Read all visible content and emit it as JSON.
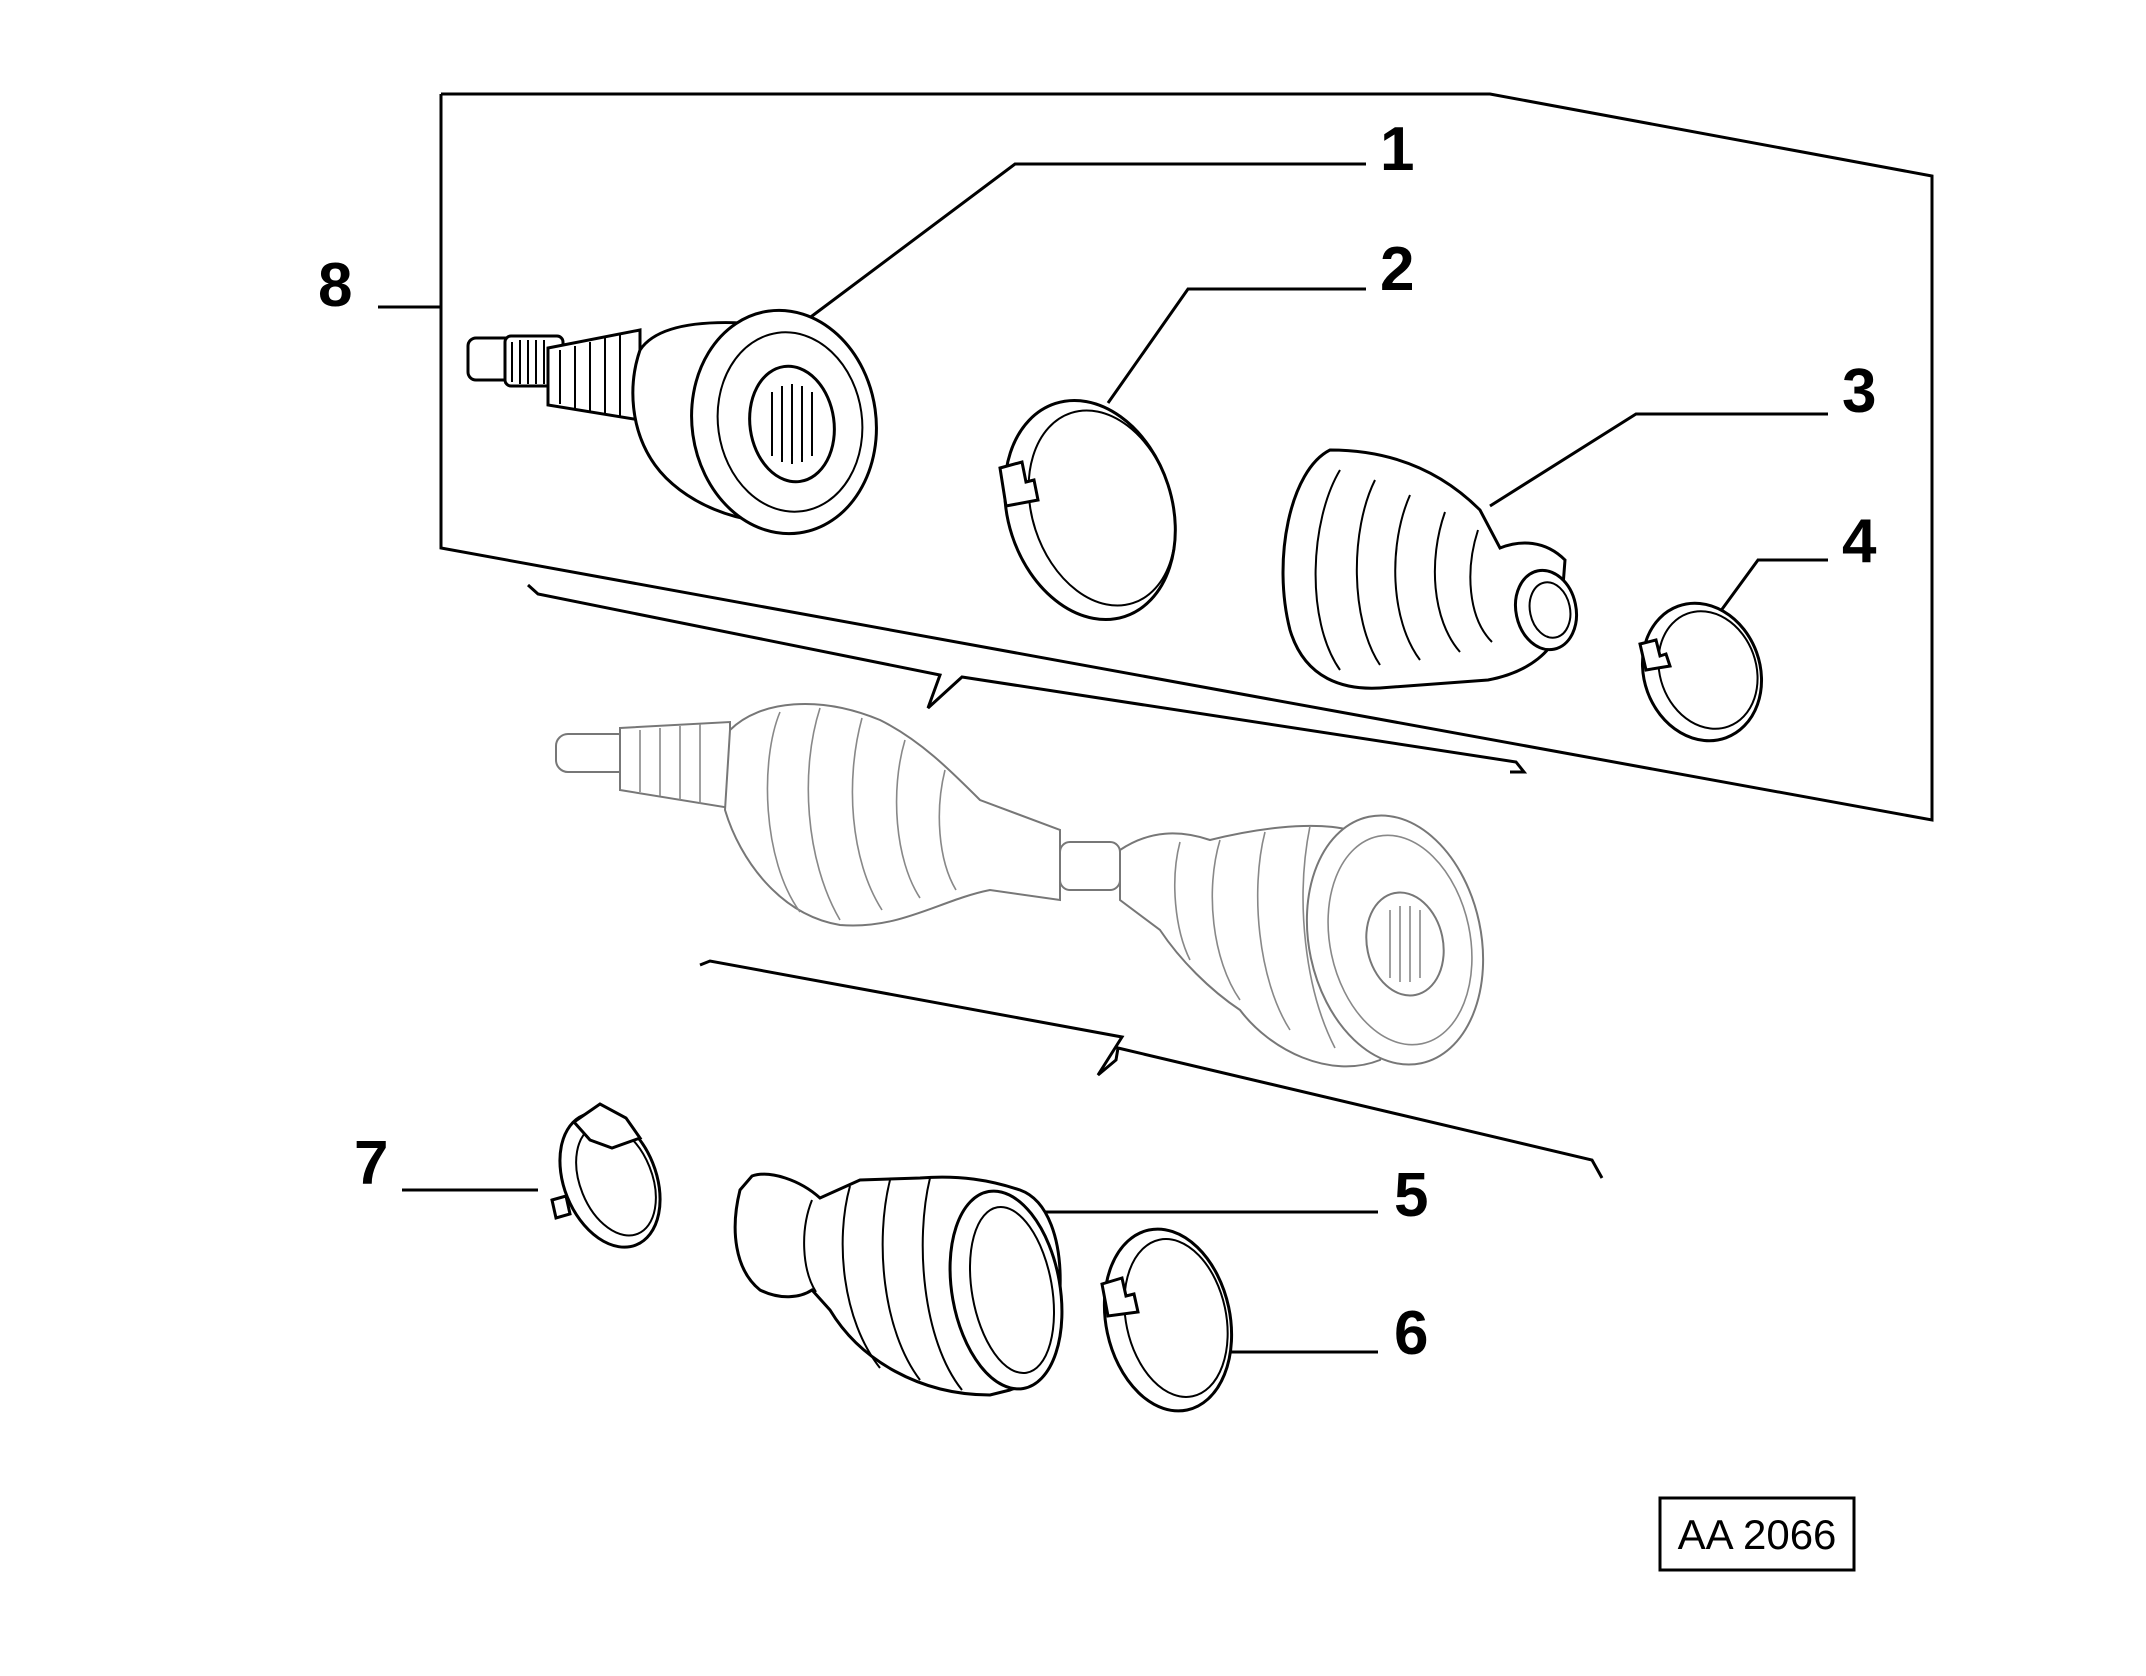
{
  "callouts": {
    "c1": "1",
    "c2": "2",
    "c3": "3",
    "c4": "4",
    "c5": "5",
    "c6": "6",
    "c7": "7",
    "c8": "8"
  },
  "reference_code": "AA 2066",
  "parts": [
    {
      "number": "1",
      "icon": "outer-cv-joint-icon"
    },
    {
      "number": "2",
      "icon": "large-band-clamp-icon"
    },
    {
      "number": "3",
      "icon": "outer-boot-icon"
    },
    {
      "number": "4",
      "icon": "small-band-clamp-icon"
    },
    {
      "number": "5",
      "icon": "inner-boot-icon"
    },
    {
      "number": "6",
      "icon": "band-clamp-icon"
    },
    {
      "number": "7",
      "icon": "ear-clamp-icon"
    },
    {
      "number": "8",
      "icon": "outer-joint-kit-icon"
    }
  ],
  "colors": {
    "ink": "#000000",
    "ghost": "#777777",
    "background": "#ffffff"
  }
}
